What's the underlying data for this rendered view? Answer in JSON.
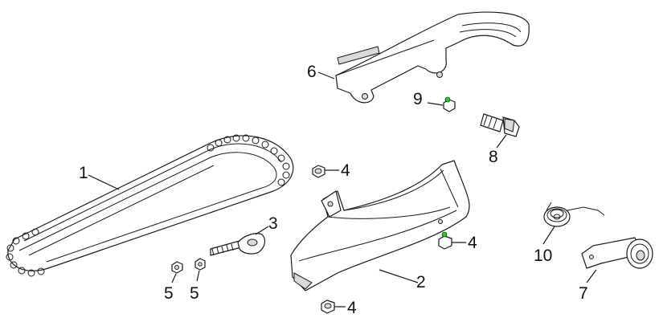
{
  "colors": {
    "line": "#1a1a1a",
    "highlight": "#22cc22",
    "background": "#ffffff"
  },
  "callouts": {
    "c1": "1",
    "c2": "2",
    "c3": "3",
    "c4a": "4",
    "c4b": "4",
    "c4c": "4",
    "c5a": "5",
    "c5b": "5",
    "c6": "6",
    "c7": "7",
    "c8": "8",
    "c9": "9",
    "c10": "10"
  }
}
